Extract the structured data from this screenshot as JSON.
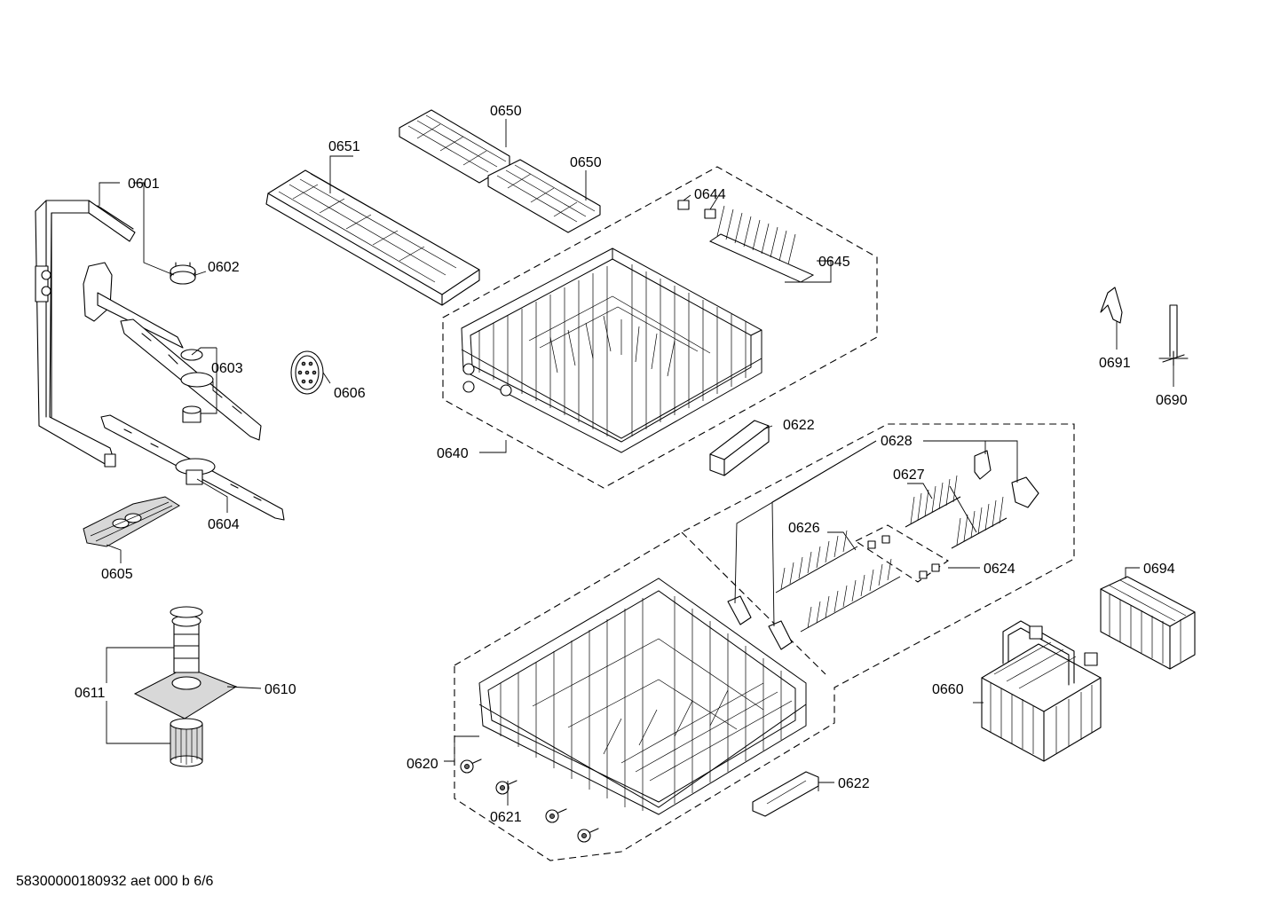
{
  "diagram": {
    "footer": "58300000180932 aet 000 b 6/6",
    "callouts": {
      "c0601": "0601",
      "c0602": "0602",
      "c0603": "0603",
      "c0604": "0604",
      "c0605": "0605",
      "c0606": "0606",
      "c0610": "0610",
      "c0611": "0611",
      "c0620": "0620",
      "c0621": "0621",
      "c0622a": "0622",
      "c0622b": "0622",
      "c0624": "0624",
      "c0626": "0626",
      "c0627": "0627",
      "c0628": "0628",
      "c0640": "0640",
      "c0644": "0644",
      "c0645": "0645",
      "c0650a": "0650",
      "c0650b": "0650",
      "c0651": "0651",
      "c0660": "0660",
      "c0690": "0690",
      "c0691": "0691",
      "c0694": "0694"
    }
  }
}
